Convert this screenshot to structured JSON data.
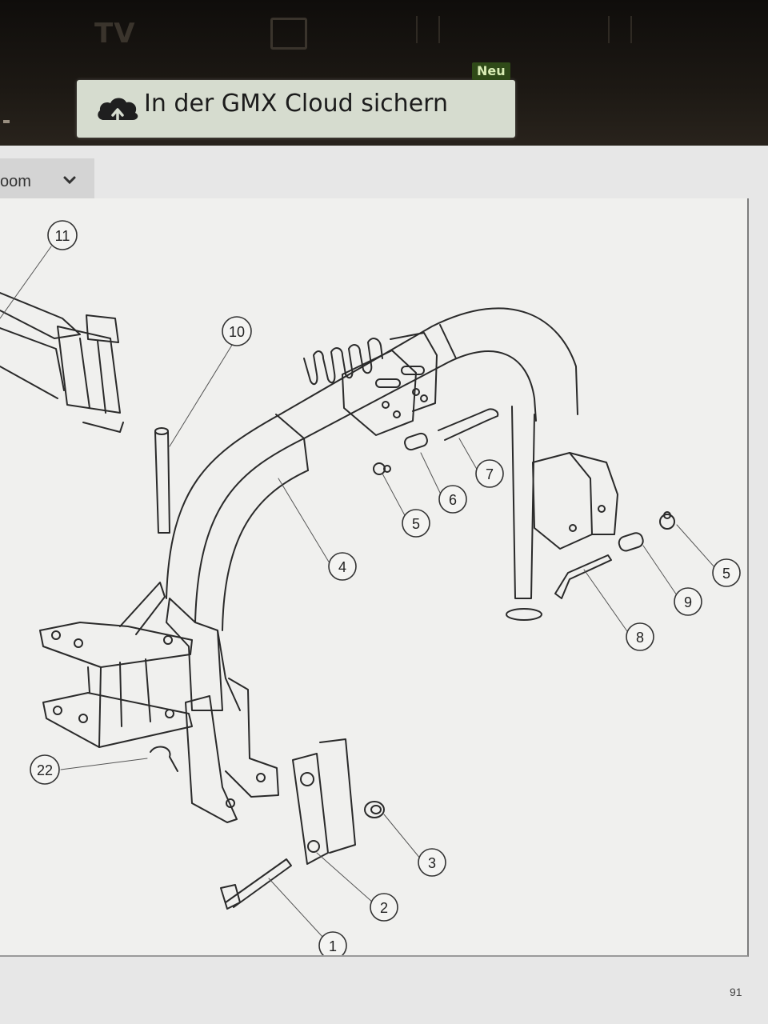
{
  "background_app": {
    "logo_text": "TV"
  },
  "cloud_button": {
    "label": "In der GMX Cloud sichern",
    "badge": "Neu",
    "icon": "cloud-upload-icon",
    "badge_color": "#2f4a18"
  },
  "viewer": {
    "zoom_label": "oom",
    "zoom_icon": "chevron-down-icon",
    "page_number": "91"
  },
  "drawing": {
    "callouts": [
      "11",
      "10",
      "4",
      "5",
      "6",
      "7",
      "5",
      "9",
      "8",
      "22",
      "3",
      "2",
      "1"
    ]
  }
}
